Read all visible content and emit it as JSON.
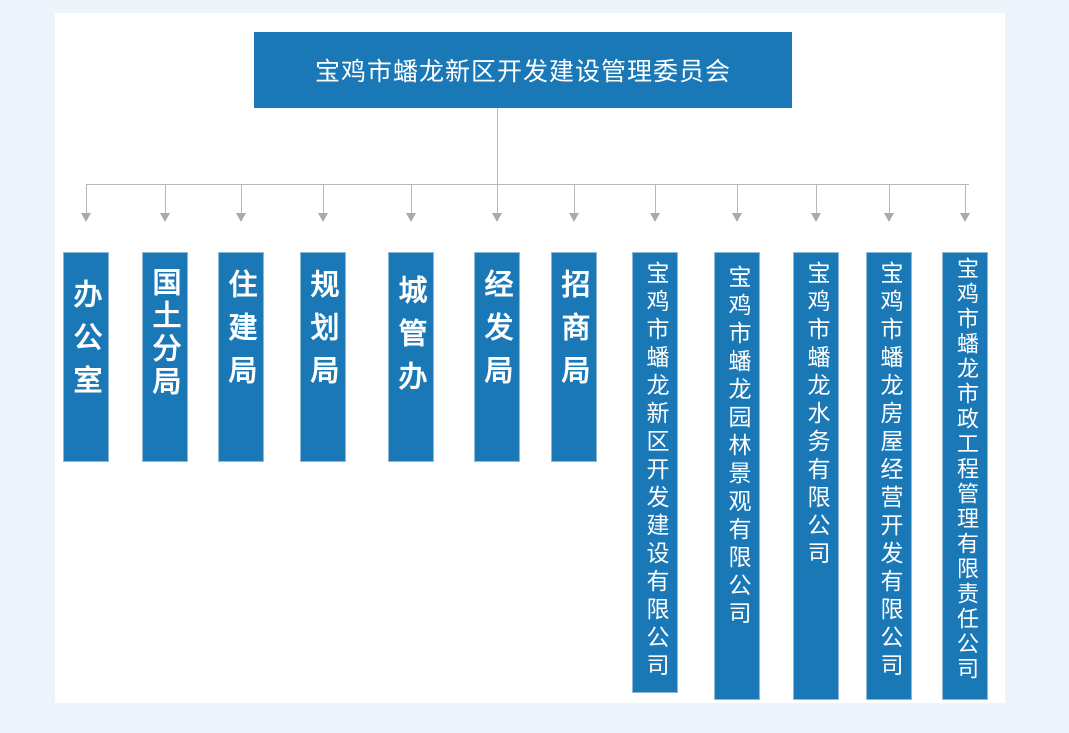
{
  "root": {
    "label": "宝鸡市蟠龙新区开发建设管理委员会"
  },
  "units": [
    {
      "label": "办公室"
    },
    {
      "label": "国土分局"
    },
    {
      "label": "住建局"
    },
    {
      "label": "规划局"
    },
    {
      "label": "城管办"
    },
    {
      "label": "经发局"
    },
    {
      "label": "招商局"
    },
    {
      "label": "宝鸡市蟠龙新区开发建设有限公司"
    },
    {
      "label": "宝鸡市蟠龙园林景观有限公司"
    },
    {
      "label": "宝鸡市蟠龙水务有限公司"
    },
    {
      "label": "宝鸡市蟠龙房屋经营开发有限公司"
    },
    {
      "label": "宝鸡市蟠龙市政工程管理有限责任公司"
    }
  ],
  "colors": {
    "box": "#1a78b6",
    "connector": "#b8b8b8",
    "background": "#eef4fb"
  }
}
